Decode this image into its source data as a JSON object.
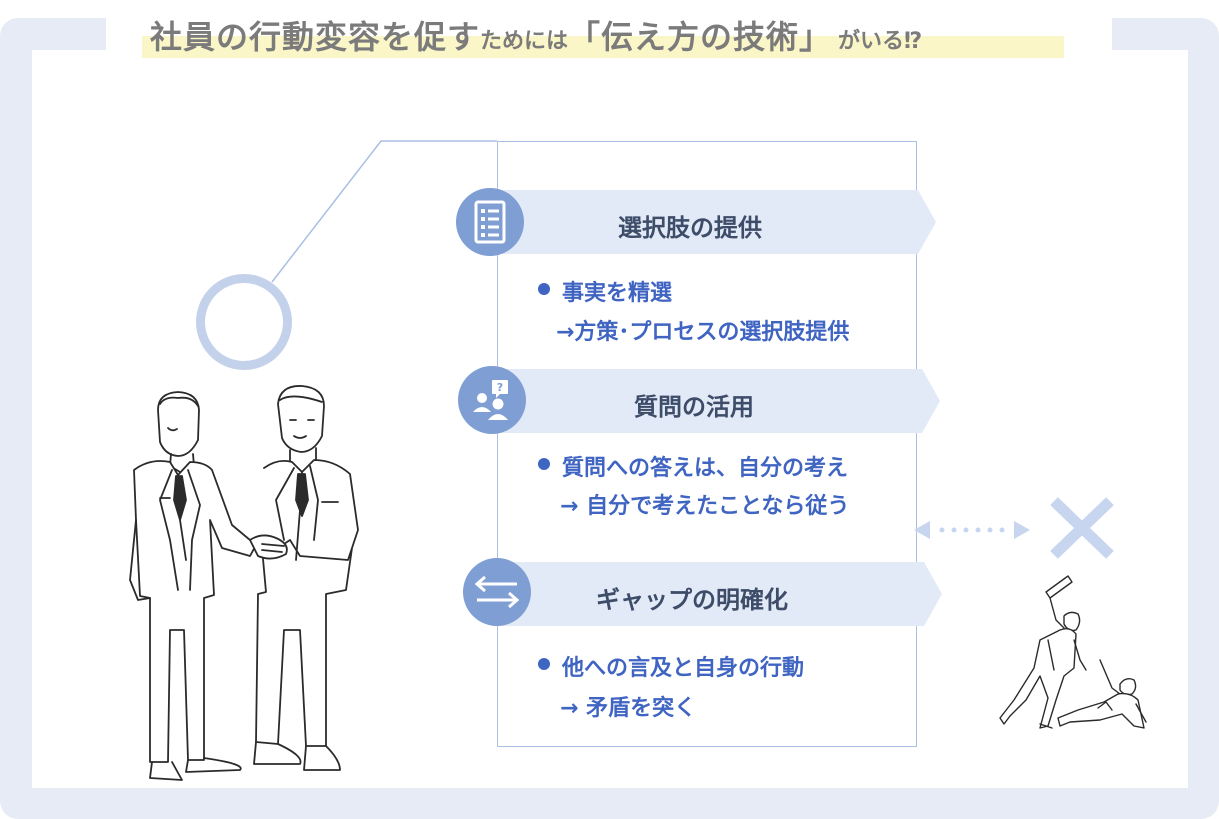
{
  "title": {
    "part1": "社員の行動変容を促す",
    "part2": "ためには",
    "part3": "「伝え方の技術」",
    "part4": "がいる⁉"
  },
  "sections": [
    {
      "heading": "選択肢の提供",
      "icon": "document-list-icon",
      "line1": "事実を精選",
      "line2": "→方策･プロセスの選択肢提供"
    },
    {
      "heading": "質問の活用",
      "icon": "question-people-icon",
      "line1": "質問への答えは、自分の考え",
      "line2": "→ 自分で考えたことなら従う"
    },
    {
      "heading": "ギャップの明確化",
      "icon": "swap-arrows-icon",
      "line1": "他への言及と自身の行動",
      "line2": "→ 矛盾を突く"
    }
  ],
  "colors": {
    "frame": "#e6ebf6",
    "band": "#e3eaf7",
    "icon_circle": "#7f9ed4",
    "accent_text": "#3f64c2",
    "heading_text": "#3d4c68",
    "highlight": "#fbf6c8",
    "cross": "#c8d5ee"
  }
}
